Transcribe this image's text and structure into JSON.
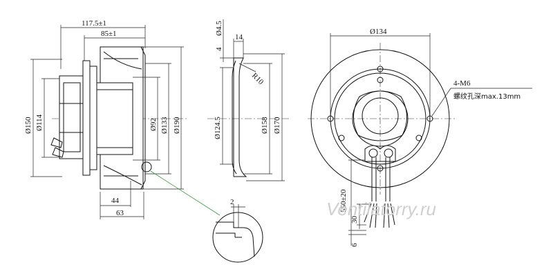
{
  "side_view": {
    "dim_overall_length": "117.5±1",
    "dim_motor_length": "85±1",
    "dim_dia_150": "Ø150",
    "dim_dia_114": "Ø114",
    "dim_dia_92": "Ø92",
    "dim_dia_133": "Ø133",
    "dim_dia_190": "Ø190",
    "dim_44": "44",
    "dim_63": "63"
  },
  "section_view": {
    "dim_dia_4_5": "Ø4.5",
    "dim_14": "14",
    "dim_4": "4",
    "dim_r10": "R10",
    "dim_dia_124_5": "Ø124.5",
    "dim_dia_158": "Ø158",
    "dim_dia_170": "Ø170"
  },
  "detail_view": {
    "dim_2": "2"
  },
  "front_view": {
    "dim_dia_134": "Ø134",
    "hole_spec": "4-M6",
    "thread_note": "螺纹孔深max.13mm",
    "dim_cable_length": "550±20",
    "dim_30": "30",
    "dim_6": "6"
  },
  "watermark": "Ventilatorry.ru"
}
